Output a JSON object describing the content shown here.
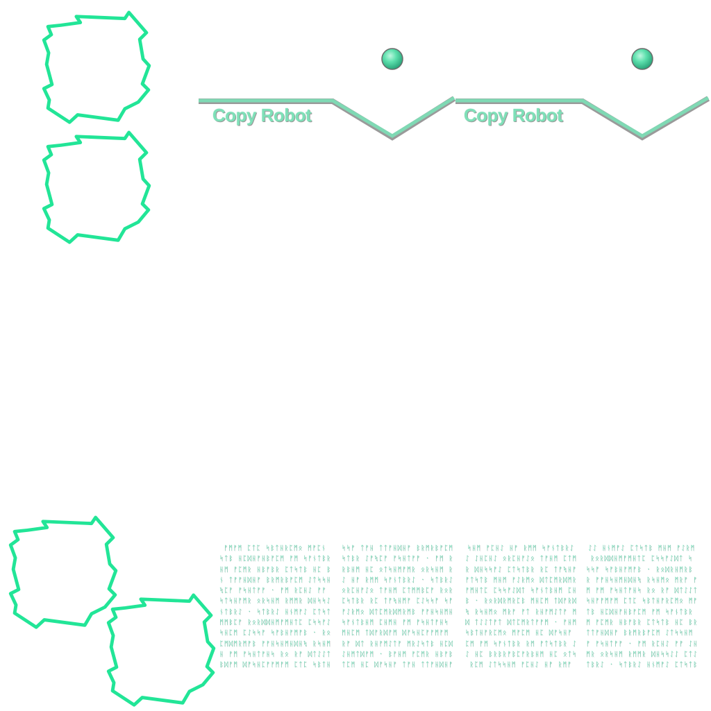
{
  "colors": {
    "frame_stroke": "#22e597",
    "banner_fill": "#7fd9b4",
    "banner_edge": "#9a9a9a",
    "orb": "#5de0ad",
    "rune_text": "#5fe0b4"
  },
  "icons": {
    "frame": "gear-frame-icon",
    "orb": "orb-icon"
  },
  "banners": [
    {
      "label": "Copy Robot"
    },
    {
      "label": "Copy Robot"
    }
  ],
  "rune_blocks": [
    {
      "lines": [
        "ᚠᛗᚠᛗ ᛈᛏᛈ ᛋᛒᛏᚺᚱᛈᛗᛟ ᛗᚠᛈᚾ",
        "ᛋᛏᛒ ᚺᛈᛞᚺᚠᚺᛒᚠᛈᛗ ᚠᛗ ᛋᚠᚾᛏᛒᚱ",
        "ᚺᛗ ᚠᛈᛗᚱ ᚺᛒᚠᛒᚱ ᛈᛏᛋᛏᛒ ᚺᛈ ᛒᚱᛒᚱ",
        "ᚾ ᛏᚠᚠᚺᛞᚺᚠ ᛒᚱᛗᚱᛒᚠᛈᛗ ᛇᛏᛋᛋᚺᛗ",
        "ᛪᛈᚠ ᚠᛋᚺᛏᚠᚠ ᛫ ᚠᛗ ᚱᛈᚺᛇ ᚠᚠ ᛇᚺᛈ",
        "ᛋᛏᛋᚺᚠᛗᚱ ᛟᚱᛋᚺᛗ ᚱᛗᛗᚱ ᛞᚺᛋᛋᛇ",
        "ᚾᛏᛒᚱᛇ ᛫ ᛋᛏᛒᚱᛇ ᚺᚾᛗᚠᛇ ᛈᛏᛋᛏᛒ",
        "ᛗᛗᛒᛈᚠ ᚱᛟᚱᛞᛞᚺᛗᚠᛗᚺᛏᛈ ᛈᛋᛋᚠᛇᛞ",
        "ᛋᚺᛈᛗ ᛈᛇᛋᛋᚠ ᛋᚠᛒᚺᚠᛗᚠᛒ ᛫ ᚱᛟᛞᚱ",
        "ᛈᛗᛞᛗᚱᛗᚠᛒ ᚠᚠᚺᛋᚺᛗᚺᛞᚺᛪ ᚱᛋᚺᛗ",
        "ᚺ ᚠᛗ ᚠᛋᚺᛏᚠᚺᛋ ᚱᛟ ᚱᚠ ᛞᛏᛇᛇᛏᚠ",
        "ᛒᛞᚠᛗ ᛞᚠᛋᚺᛈᚠᚠᛗᚠᛗ ᛈᛏᛈ ᛋᛒᛏᚺᚠ"
      ]
    },
    {
      "lines": [
        "ᛋᛋᚠ ᛏᚠᚺ ᛏᛏᚠᚺᛞᚺᚠ ᛒᚱᛗᚱᛒᚠᛈᛗ",
        "ᛋᛏᛒᚱ ᛇᚠᛪᛈᚠ ᚠᛋᚺᛏᚠᚠ ᛫ ᚠᛗ ᚱᛈᚾ",
        "ᚱᛒᚺᛗ ᚺᛈ ᛟᛏᛋᚺᛗᚠᛗᚱ ᛟᚱᛋᚺᛗ ᚱ",
        "ᛇ ᚺᚠ ᚱᛗᛗ ᛋᚠᚾᛏᛒᚱᛇ ᛫ ᛋᛏᛒᚱᛇ ᚺᚾᛗ",
        "ᛟᚱᛈᚺᚠᛇᛟ ᛏᚠᚺᛗ ᛈᛏᛗᛗᛒᛈᚠ ᚱᛟᚱᛞᛞ",
        "ᛈᛋᛏᛒᚱ ᚱᛈ ᛏᚠᛪᚺᛗᚠ ᛈᛇᛋᛋᚠ ᛋᚠᛒᚺᚠ",
        "ᚠᛇᚱᛗᛟ ᛞᛏᛈᛗᚱᛞᛗᚱᛗᛒ ᚠᚠᚺᛋᚺᛗᚺᛞ",
        "ᛋᚠᚾᛏᛒᚺᛗ ᛈᚺᛗᚺ ᚠᛗ ᚠᛋᚺᛏᚠᚺᛋ ᚱᛟ ᚱ",
        "ᛗᚺᛈᛗ ᛏᛞᚠᚱᛞᚠᛗ ᛞᚠᛋᚺᛈᚠᚠᛗᚠᛗ ᛈᛏ",
        "ᚱᚠ ᛞᛏ ᚱᚺᚠᛗᛇᛏᚠ ᛗᚱᛇᛋᛏᛒ ᚺᛈᛞᚺᚠ",
        "ᛇᚺᛗᛏᛞᚠᛗ ᛫ ᛒᚠᚺᛗ ᚠᛈᛗᚱ ᚺᛒᚠᛒᚱ ᛈᛏ",
        "ᛏᛈᛗ ᚺᛈ ᛞᚠᛋᚺᚠ ᛏᚠᚺ ᛏᛏᚠᚺᛞᚺᚠ"
      ]
    },
    {
      "lines": [
        "ᛋᚺᛗ ᚠᛈᚺᛇ ᚺᚠ ᚱᛗᛗ ᛋᚠᚾᛏᛒᚱᛇ",
        "ᛇ ᛇᚺᛈᚺᛇ ᛟᚱᛈᚺᚠᛇᛟ ᛏᚠᚺᛗ ᛈᛏᛗ",
        "ᚱ ᛞᚺᛋᛋᚠᛇ ᛈᛏᛋᛏᛒᚱ ᚱᛈ ᛏᚠᛪᚺᚠᛗ",
        "ᚠᛏᛋᛏᛒ ᛗᚺᛗ ᚠᛇᚱᛗᛟ ᛞᛏᛈᛗᚱᛞᛗᚱ",
        "ᚠᛗᚺᛏᛈ ᛈᛋᛋᚠᛇᛞᛏ ᛋᚠᚾᛏᛒᚺᛗ ᛈᚺᛗ",
        "ᛒ ᛫ ᚱᛟᚱᛞᚱᛗᚱᛈᛒ ᛗᚺᛈᛗ ᛏᛞᚠᚱᛞᚠᛗ",
        "ᛪ ᚱᛋᚺᛗᛟ ᛗᚱᚠ ᚠᛏ ᚱᚺᚠᛗᛇᛏᚠ ᛗᚱᛇ",
        "ᛞ ᛏᛇᛇᛏᚠᛏ ᛞᛏᛈᛗᚱᛏᚠᚠᛗ ᛫ ᚠᚺᛗ ᚠ",
        "ᛋᛒᛏᚺᚠᚱᛈᛗᛟ ᛗᚠᛈᛗ ᚺᛈ ᛞᚠᛋᚺᚠ ᛏᚠ",
        "ᛈᛗ ᚠᛗ ᛋᚠᚾᛏᛒᚱ ᚱᛗ ᚠᛏᛋᛏᛒᚱ ᛇᚠ",
        "ᛇ ᚺᛈ ᛒᚱᛒᚱᚠᛒᛈᚠᚱᛒᚺᛗ ᚺᛈ ᛟᛏᛋ",
        "ᚱᛈᛗ ᛇᛏᛋᛋᚺᛗ ᚠᛈᚺᛇ ᚺᚠ ᚱᛗᚠ"
      ]
    },
    {
      "lines": [
        "ᛇᛇ ᚺᚾᛗᚠᛇ ᛈᛏᛋᛏᛒ ᛗᚺᛗ ᚠᛇᚱᛗ",
        "ᚱᛟᚱᛞᛞᚺᛗᚠᛗᚺᛏᛈ ᛈᛋᛋᚠᛇᛞᛏ ᛋ",
        "ᛋᛋᚠ ᛋᚠᛒᚺᚠᛗᚠᛒ ᛫ ᚱᛟᛞᚱᚺᛗᚱᛒ ᛗᚺ",
        "ᚱ ᚠᚠᚺᛋᚺᛗᚺᛞᚺᛪ ᚱᛋᚺᛗᛟ ᛗᚱᚠ ᚠᛏ",
        "ᛗ ᚠᛗ ᚠᛋᚺᛏᚠᚺᛋ ᚱᛟ ᚱᚠ ᛞᛏᛇᛇᛏᚠ",
        "ᛋᚺᚠᚠᛗᚠᛗ ᛈᛏᛈ ᛋᛒᛏᚺᚠᚱᛈᛗᛟ ᛗᚠᛈᛗ",
        "ᛏᛒ ᚺᛈᛞᚺᚠᚺᛒᚠᛈᛗ ᚠᛗ ᛋᚠᚾᛏᛒᚱ ᚱᛗ",
        "ᛗ ᚠᛈᛗᚱ ᚺᛒᚠᛒᚱ ᛈᛏᛋᛏᛒ ᚺᛈ ᛒᚱᛒᚱ",
        "ᛏᛏᚠᚺᛞᚺᚠ ᛒᚱᛗᚱᛒᚠᛈᛗ ᛇᛏᛋᛋᚺᛗ ᚠ",
        "ᚠ ᚠᛋᚺᛏᚠᚠ ᛫ ᚠᛗ ᚱᛈᚺᛇ ᚠᚠ ᛇᚺᛈᚺᛇ",
        "ᛗᚱ ᛟᚱᛋᚺᛗ ᚱᛗᛗᚱ ᛞᚺᛋᛋᛇᛇ ᛈᛏᛇ",
        "ᛏᛒᚱᛇ ᛫ ᛋᛏᛒᚱᛇ ᚺᚾᛗᚠᛇ ᛈᛏᛋᛏᛒ"
      ]
    }
  ]
}
